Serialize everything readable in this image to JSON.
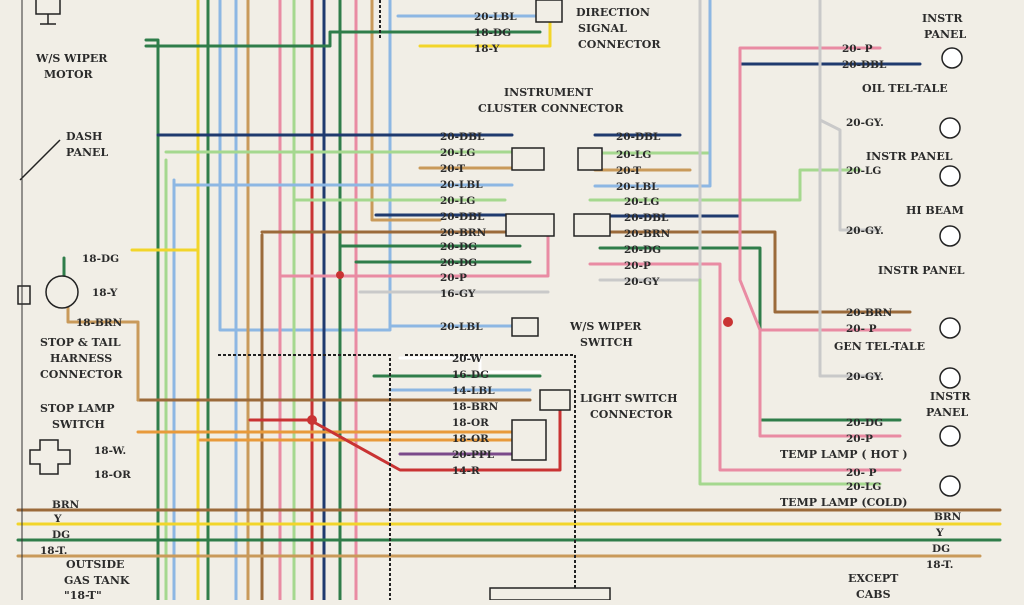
{
  "components": {
    "ws_wiper_motor": [
      "W/S WIPER",
      "MOTOR"
    ],
    "direction_signal": [
      "DIRECTION",
      "SIGNAL",
      "CONNECTOR"
    ],
    "instrument_cluster": [
      "INSTRUMENT",
      "CLUSTER CONNECTOR"
    ],
    "dash_panel": [
      "DASH",
      "PANEL"
    ],
    "stop_tail": [
      "STOP & TAIL",
      "HARNESS",
      "CONNECTOR"
    ],
    "stop_lamp_switch": [
      "STOP LAMP",
      "SWITCH"
    ],
    "ws_wiper_switch": [
      "W/S WIPER",
      "SWITCH"
    ],
    "light_switch": [
      "LIGHT SWITCH",
      "CONNECTOR"
    ],
    "outside_gas_tank": [
      "OUTSIDE",
      "GAS TANK",
      "\"18-T\""
    ],
    "instr_panel_1": [
      "INSTR",
      "PANEL"
    ],
    "oil_tel_tale": "OIL TEL-TALE",
    "instr_panel_2": "INSTR  PANEL",
    "hi_beam": "HI BEAM",
    "instr_panel_3": "INSTR PANEL",
    "gen_tel_tale": "GEN TEL-TALE",
    "instr_panel_4": [
      "INSTR",
      "PANEL"
    ],
    "temp_hot": "TEMP LAMP ( HOT )",
    "temp_cold": "TEMP LAMP (COLD)",
    "except_cabs": [
      "EXCEPT",
      "CABS"
    ]
  },
  "wires": {
    "dir_lbl": "20-LBL",
    "dir_dg": "18-DG",
    "dir_y": "18-Y",
    "ic_l1": "20-DBL",
    "ic_l2": "20-LG",
    "ic_l3": "20-T",
    "ic_l4": "20-LBL",
    "ic_l5": "20-LG",
    "ic_l6": "20-DBL",
    "ic_l7": "20-BRN",
    "ic_l8": "20-DG",
    "ic_l9": "20-DG",
    "ic_l10": "20-P",
    "ic_l11": "16-GY",
    "ic_r1": "20-DBL",
    "ic_r2": "20-LG",
    "ic_r3": "20-T",
    "ic_r4": "20-LBL",
    "ic_r5": "20-LG",
    "ic_r6": "20-DBL",
    "ic_r7": "20-BRN",
    "ic_r8": "20-DG",
    "ic_r9": "20-P",
    "ic_r10": "20-GY",
    "p_20p": "20- P",
    "p_20dbl": "20-DBL",
    "p_gy1": "20-GY.",
    "p_lg": "20-LG",
    "p_gy2": "20-GY.",
    "p_brn": "20-BRN",
    "p_p2": "20- P",
    "p_gy3": "20-GY.",
    "p_dg": "20-DG",
    "p_p3": "20-P",
    "p_p4": "20- P",
    "p_lg2": "20-LG",
    "ls_w": "20-W",
    "ls_dg": "16-DG",
    "ls_lbl": "14-LBL",
    "ls_brn": "18-BRN",
    "ls_or1": "18-OR",
    "ls_or2": "18-OR",
    "ls_ppl": "20-PPL",
    "ls_r": "14-R",
    "wiper_lbl": "20-LBL",
    "st_dg": "18-DG",
    "st_y": "18-Y",
    "st_brn": "18-BRN",
    "sl_w": "18-W.",
    "sl_or": "18-OR",
    "b_brn": "BRN",
    "b_y": "Y",
    "b_dg": "DG",
    "b_t": "18-T.",
    "r_brn": "BRN",
    "r_y": "Y",
    "r_dg": "DG",
    "r_t": "18-T."
  },
  "colors": {
    "yellow": "#f2d52a",
    "green": "#2f7d4a",
    "dark_blue": "#1f3a6e",
    "light_blue": "#8db7e3",
    "light_green": "#a5d88f",
    "tan": "#c99a5a",
    "brown": "#9b6a3a",
    "pink": "#e98ba3",
    "gray": "#c9c9c9",
    "red": "#c93333",
    "orange": "#e89a3b",
    "purple": "#7a4a8a",
    "white": "#ffffff"
  }
}
